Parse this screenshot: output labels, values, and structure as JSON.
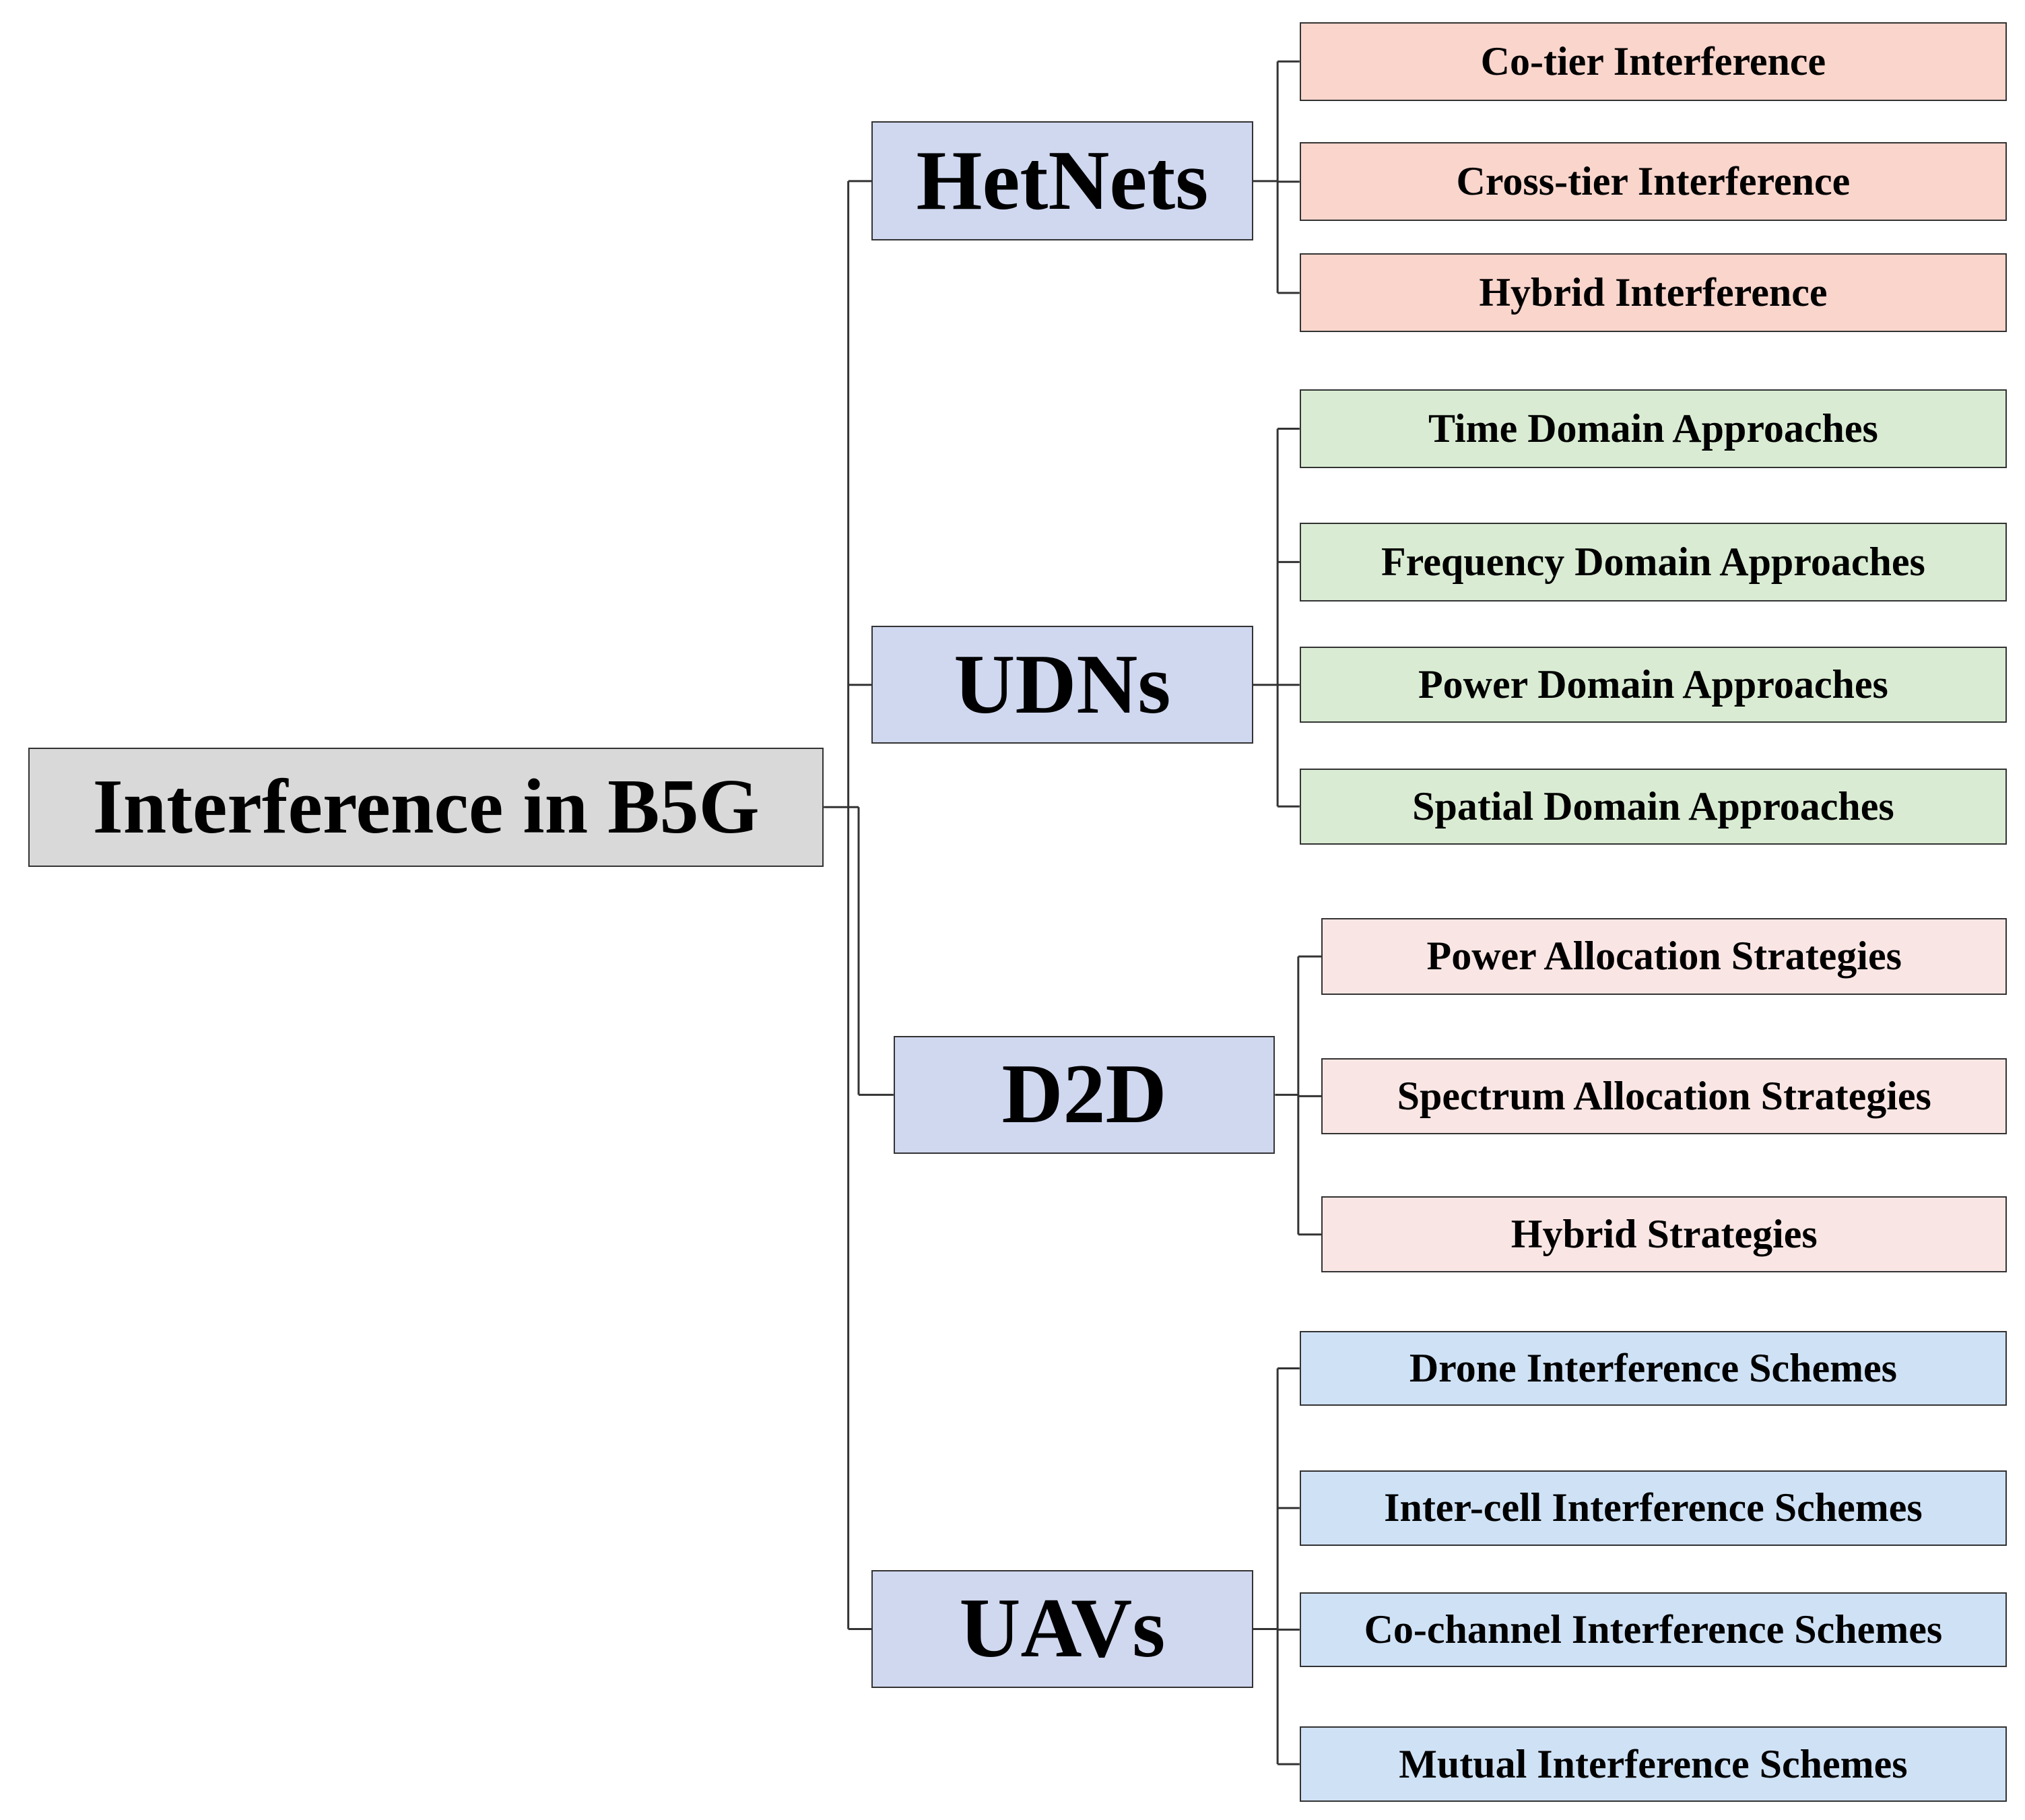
{
  "root": {
    "label": "Interference in B5G",
    "fill": "#d9d9d9"
  },
  "categories": [
    {
      "label": "HetNets",
      "fill": "#d0d8f0",
      "children": [
        "Co-tier Interference",
        "Cross-tier Interference",
        "Hybrid Interference"
      ],
      "child_fill": "#f9d5cc"
    },
    {
      "label": "UDNs",
      "fill": "#d0d8f0",
      "children": [
        "Time Domain Approaches",
        "Frequency Domain Approaches",
        "Power Domain Approaches",
        "Spatial Domain Approaches"
      ],
      "child_fill": "#d9ecd3"
    },
    {
      "label": "D2D",
      "fill": "#d0d8f0",
      "children": [
        "Power Allocation Strategies",
        "Spectrum Allocation Strategies",
        "Hybrid Strategies"
      ],
      "child_fill": "#f9e6e4"
    },
    {
      "label": "UAVs",
      "fill": "#d0d8f0",
      "children": [
        "Drone Interference Schemes",
        "Inter-cell Interference Schemes",
        "Co-channel Interference Schemes",
        "Mutual Interference Schemes"
      ],
      "child_fill": "#cfe1f5"
    }
  ]
}
